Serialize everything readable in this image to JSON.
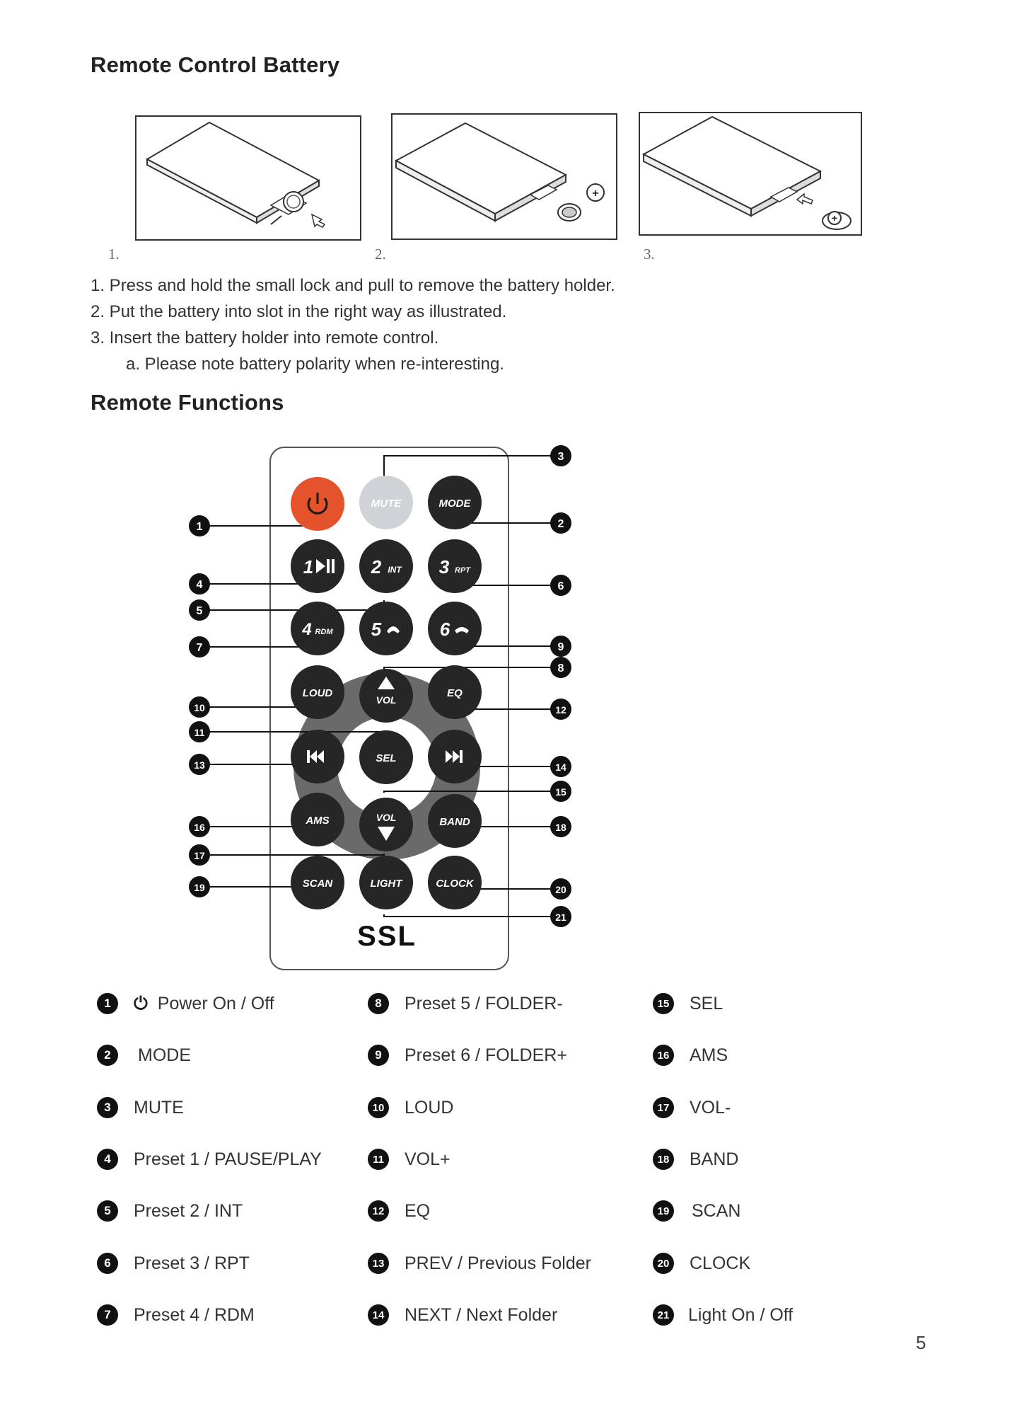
{
  "sections": {
    "battery_title": "Remote Control Battery",
    "functions_title": "Remote Functions"
  },
  "figures": [
    {
      "label": "1."
    },
    {
      "label": "2."
    },
    {
      "label": "3."
    }
  ],
  "steps": [
    "1. Press and hold the small lock and pull to remove the battery holder.",
    "2. Put the battery into slot in the right way as illustrated.",
    "3. Insert the battery holder into remote control.",
    "a. Please note battery polarity when re-interesting."
  ],
  "remote": {
    "brand": "SSL",
    "buttons": {
      "mute": "MUTE",
      "mode": "MODE",
      "b1": "1",
      "b2": "2",
      "b2_sub": "INT",
      "b3": "3",
      "b3_sub": "RPT",
      "b4": "4",
      "b4_sub": "RDM",
      "b5": "5",
      "b6": "6",
      "loud": "LOUD",
      "vol": "VOL",
      "eq": "EQ",
      "sel": "SEL",
      "ams": "AMS",
      "band": "BAND",
      "scan": "SCAN",
      "light": "LIGHT",
      "clock": "CLOCK"
    },
    "callouts": [
      "1",
      "2",
      "3",
      "4",
      "5",
      "6",
      "7",
      "8",
      "9",
      "10",
      "11",
      "12",
      "13",
      "14",
      "15",
      "16",
      "17",
      "18",
      "19",
      "20",
      "21"
    ]
  },
  "legend": [
    {
      "num": "1",
      "text": "Power On / Off",
      "icon": "power-icon"
    },
    {
      "num": "2",
      "text": "MODE"
    },
    {
      "num": "3",
      "text": "MUTE"
    },
    {
      "num": "4",
      "text": "Preset 1 / PAUSE/PLAY"
    },
    {
      "num": "5",
      "text": "Preset 2 / INT"
    },
    {
      "num": "6",
      "text": "Preset 3 / RPT"
    },
    {
      "num": "7",
      "text": "Preset 4 / RDM"
    },
    {
      "num": "8",
      "text": "Preset 5 / FOLDER-"
    },
    {
      "num": "9",
      "text": "Preset 6 / FOLDER+"
    },
    {
      "num": "10",
      "text": "LOUD"
    },
    {
      "num": "11",
      "text": "VOL+"
    },
    {
      "num": "12",
      "text": "EQ"
    },
    {
      "num": "13",
      "text": "PREV / Previous Folder"
    },
    {
      "num": "14",
      "text": "NEXT / Next Folder"
    },
    {
      "num": "15",
      "text": "SEL"
    },
    {
      "num": "16",
      "text": "AMS"
    },
    {
      "num": "17",
      "text": "VOL-"
    },
    {
      "num": "18",
      "text": "BAND"
    },
    {
      "num": "19",
      "text": "SCAN"
    },
    {
      "num": "20",
      "text": "CLOCK"
    },
    {
      "num": "21",
      "text": "Light On / Off"
    }
  ],
  "page_number": "5"
}
